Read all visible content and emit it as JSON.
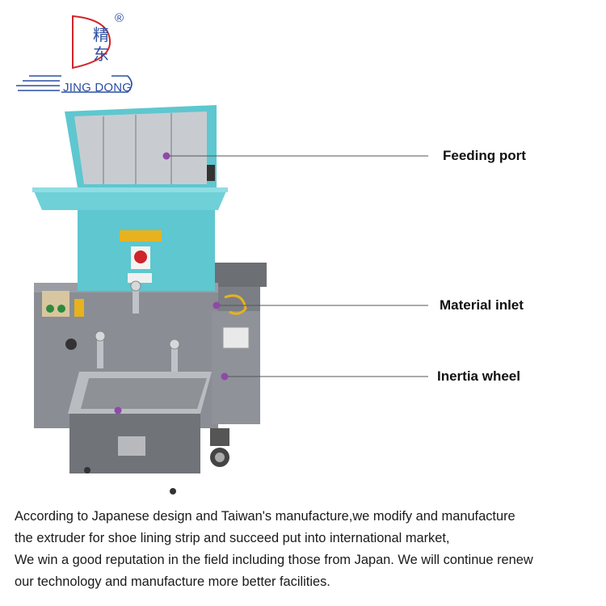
{
  "logo": {
    "brand_cn_1": "精",
    "brand_cn_2": "东",
    "brand_en": "JING DONG",
    "registered": "®"
  },
  "callouts": {
    "feeding_port": "Feeding port",
    "material_inlet": "Material inlet",
    "inertia_wheel": "Inertia wheel"
  },
  "colors": {
    "brand_blue": "#2b4fa3",
    "brand_red": "#d0242a",
    "hopper_teal": "#5ec7cf",
    "body_gray": "#8a8d93",
    "callout_dot": "#8e4aa8"
  },
  "description": {
    "line1": "According to Japanese design and Taiwan's manufacture,we modify and manufacture",
    "line2": "the extruder for shoe lining strip and succeed put into international market,",
    "line3": "We win a good reputation in the field including those from Japan. We will continue renew",
    "line4": "our technology and manufacture more better facilities."
  }
}
